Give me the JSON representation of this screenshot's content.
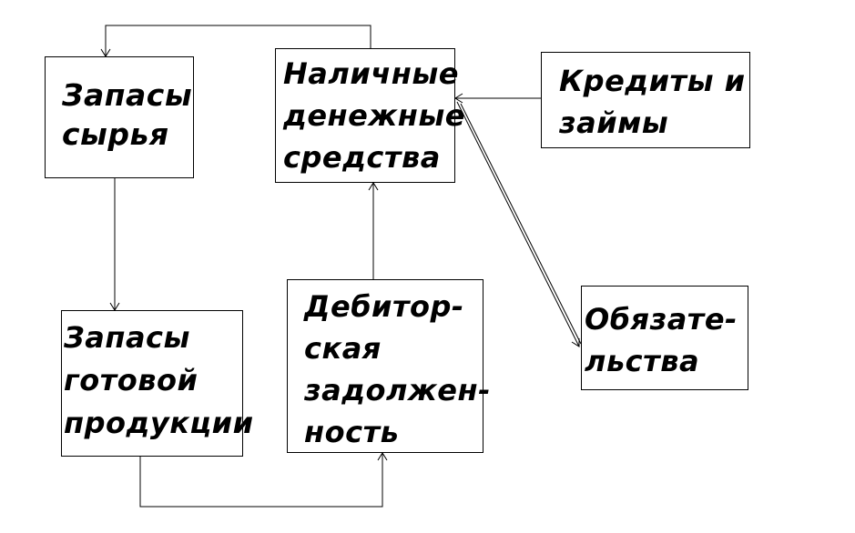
{
  "diagram": {
    "nodes": {
      "raw_materials": {
        "lines": [
          "Запасы",
          "сырья"
        ]
      },
      "cash": {
        "lines": [
          "Наличные",
          "денежные",
          "средства"
        ]
      },
      "credits": {
        "lines": [
          "Кредиты и",
          "займы"
        ]
      },
      "finished_goods": {
        "lines": [
          "Запасы",
          "готовой",
          "продукции"
        ]
      },
      "receivables": {
        "lines": [
          "Дебитор-",
          "ская",
          "задолжен-",
          "ность"
        ]
      },
      "liabilities": {
        "lines": [
          "Обязате-",
          "льства"
        ]
      }
    },
    "edges": [
      {
        "from": "cash",
        "to": "raw_materials"
      },
      {
        "from": "raw_materials",
        "to": "finished_goods"
      },
      {
        "from": "finished_goods",
        "to": "receivables"
      },
      {
        "from": "receivables",
        "to": "cash"
      },
      {
        "from": "credits",
        "to": "cash"
      },
      {
        "from": "cash",
        "to": "liabilities",
        "bidirectional": true
      }
    ]
  }
}
